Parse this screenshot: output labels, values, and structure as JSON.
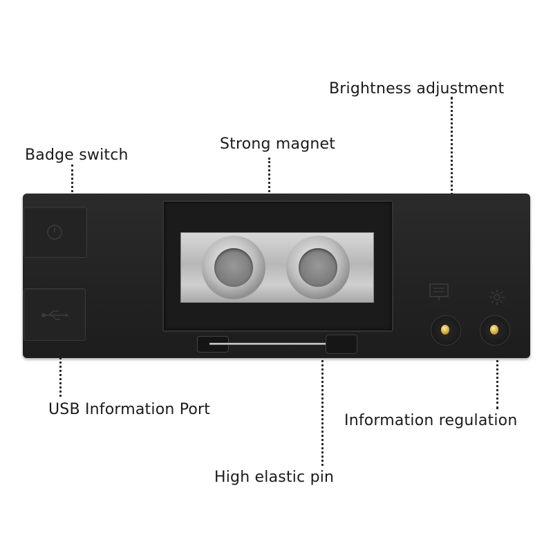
{
  "labels": {
    "brightness": "Brightness adjustment",
    "badge_switch": "Badge switch",
    "strong_magnet": "Strong magnet",
    "usb_port": "USB Information Port",
    "info_regulation": "Information regulation",
    "elastic_pin": "High elastic pin"
  },
  "icons": {
    "power": "power-icon",
    "usb": "usb-icon",
    "display": "display-icon",
    "sun": "sun-icon"
  },
  "colors": {
    "background": "#ffffff",
    "device_body": "#222222",
    "metal_plate": "#c4c4c4",
    "gold_contact": "#d4a93a",
    "label_text": "#1a1a1a"
  }
}
